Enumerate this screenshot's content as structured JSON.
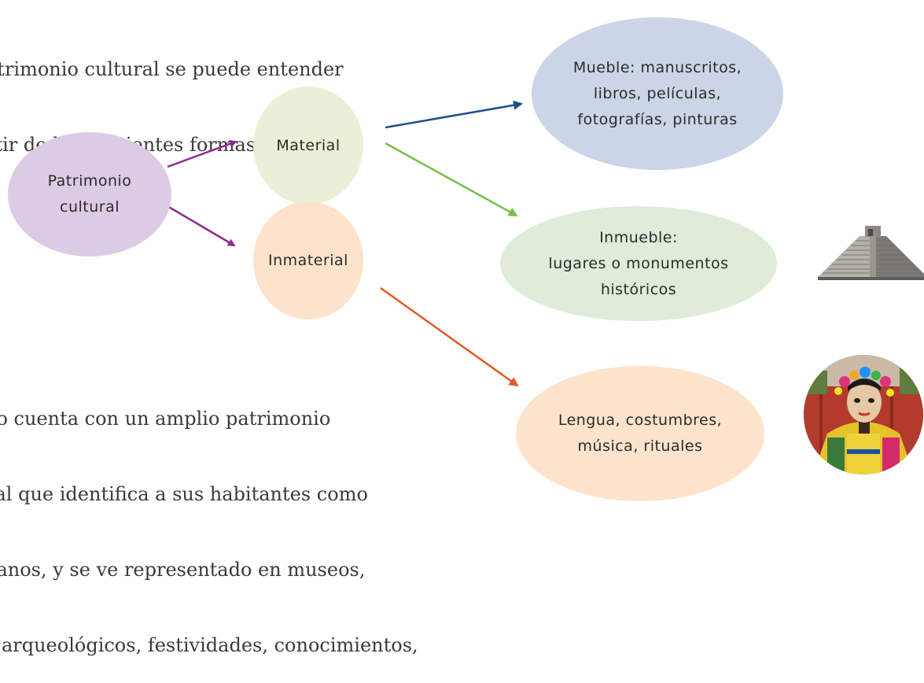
{
  "intro_lines": [
    "atrimonio cultural se puede entender",
    "rtir de las siguientes formas:"
  ],
  "body_lines": [
    "co cuenta con un amplio patrimonio",
    "ral que identifica a sus habitantes como",
    "canos, y se ve representado en museos,",
    "s arqueológicos, festividades, conocimientos,"
  ],
  "nodes": {
    "patrimonio": [
      "Patrimonio",
      "cultural"
    ],
    "material": [
      "Material"
    ],
    "inmaterial": [
      "Inmaterial"
    ],
    "mueble": [
      "Mueble: manuscritos,",
      "libros, películas,",
      "fotografías, pinturas"
    ],
    "inmueble": [
      "Inmueble:",
      "lugares o monumentos",
      "históricos"
    ],
    "lengua": [
      "Lengua, costumbres,",
      "música, rituales"
    ]
  },
  "colors": {
    "purple_arrow": "#8b2c8f",
    "blue_arrow": "#1f4e8a",
    "green_arrow": "#76bf4a",
    "orange_arrow": "#e05a22",
    "patrimonio_fill": "#dccbe5",
    "material_fill": "#eaf0d8",
    "inmaterial_fill": "#fde3cc",
    "mueble_fill": "#cbd5e7",
    "inmueble_fill": "#deecd9",
    "lengua_fill": "#fde3cc"
  },
  "images": {
    "pyramid": "pyramid-image",
    "mask": "festival-mask-photo"
  }
}
